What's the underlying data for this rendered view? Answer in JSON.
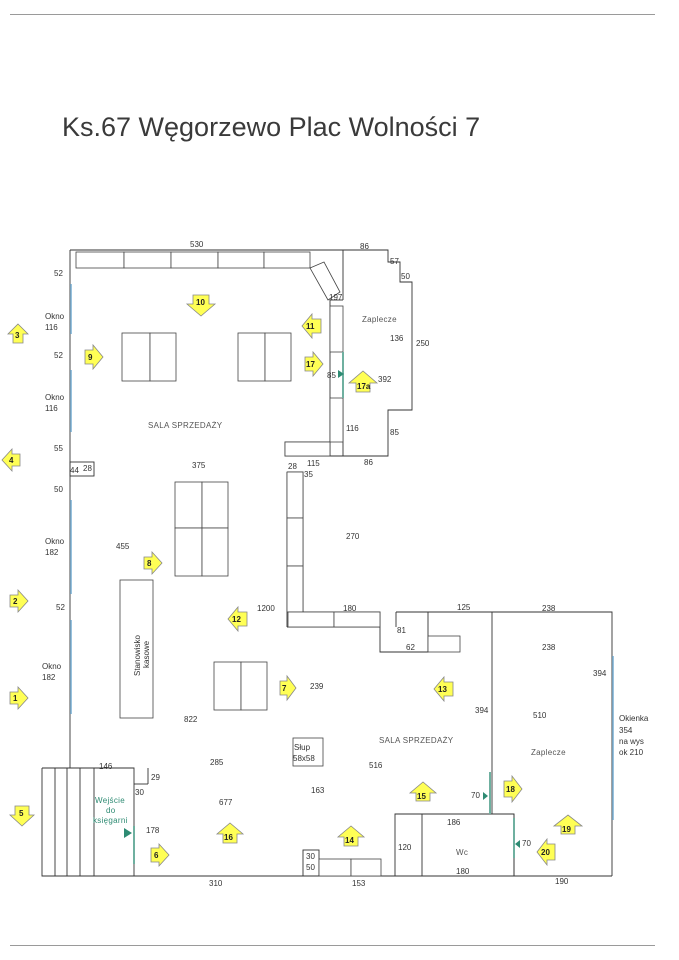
{
  "title": "Ks.67 Węgorzewo  Plac Wolności 7",
  "room_labels": {
    "sala_top": "SALA SPRZEDAŻY",
    "sala_bottom": "SALA SPRZEDAŻY",
    "zaplecze_top": "Zaplecze",
    "zaplecze_bottom": "Zaplecze",
    "wc": "Wc",
    "stanowisko_1": "Stanowisko",
    "stanowisko_2": "kasowe",
    "slup_1": "Słup",
    "slup_2": "58x58",
    "wejscie_1": "Wejście",
    "wejscie_2": "do",
    "wejscie_3": "księgarni",
    "okno_1": "Okno",
    "okno_1_w": "116",
    "okno_2": "Okno",
    "okno_2_w": "116",
    "okno_3": "Okno",
    "okno_3_w": "182",
    "okno_4": "Okno",
    "okno_4_w": "182",
    "okienka_1": "Okienka",
    "okienka_2": "354",
    "okienka_3": "na wys",
    "okienka_4": "ok 210"
  },
  "dimensions": {
    "d530": "530",
    "d86a": "86",
    "d57": "57",
    "d50a": "50",
    "d197": "197",
    "d136": "136",
    "d250": "250",
    "d392": "392",
    "d85a": "85",
    "d116a": "116",
    "d85b": "85",
    "d86b": "86",
    "d28a": "28",
    "d115": "115",
    "d35": "35",
    "d375": "375",
    "d270": "270",
    "d52a": "52",
    "d52b": "52",
    "d55": "55",
    "d44": "44",
    "d28b": "28",
    "d50b": "50",
    "d52c": "52",
    "d455": "455",
    "d1200": "1200",
    "d180a": "180",
    "d81": "81",
    "d62": "62",
    "d125": "125",
    "d238a": "238",
    "d238b": "238",
    "d394a": "394",
    "d394b": "394",
    "d239": "239",
    "d510": "510",
    "d822": "822",
    "d146": "146",
    "d29": "29",
    "d285": "285",
    "d30a": "30",
    "d677": "677",
    "d163": "163",
    "d516": "516",
    "d178": "178",
    "d186": "186",
    "d70a": "70",
    "d70b": "70",
    "d120": "120",
    "d180b": "180",
    "d30b": "30",
    "d50c": "50",
    "d310": "310",
    "d153": "153",
    "d190": "190"
  },
  "arrows": [
    "1",
    "2",
    "3",
    "4",
    "5",
    "6",
    "8",
    "9",
    "10",
    "11",
    "12",
    "13",
    "14",
    "15",
    "16",
    "17",
    "17a",
    "18",
    "19",
    "20",
    "7"
  ],
  "colors": {
    "arrow_fill": "#ffff55",
    "window": "#7fb3d6",
    "door": "#6fb0a0",
    "entrance_text": "#2e8b73"
  }
}
